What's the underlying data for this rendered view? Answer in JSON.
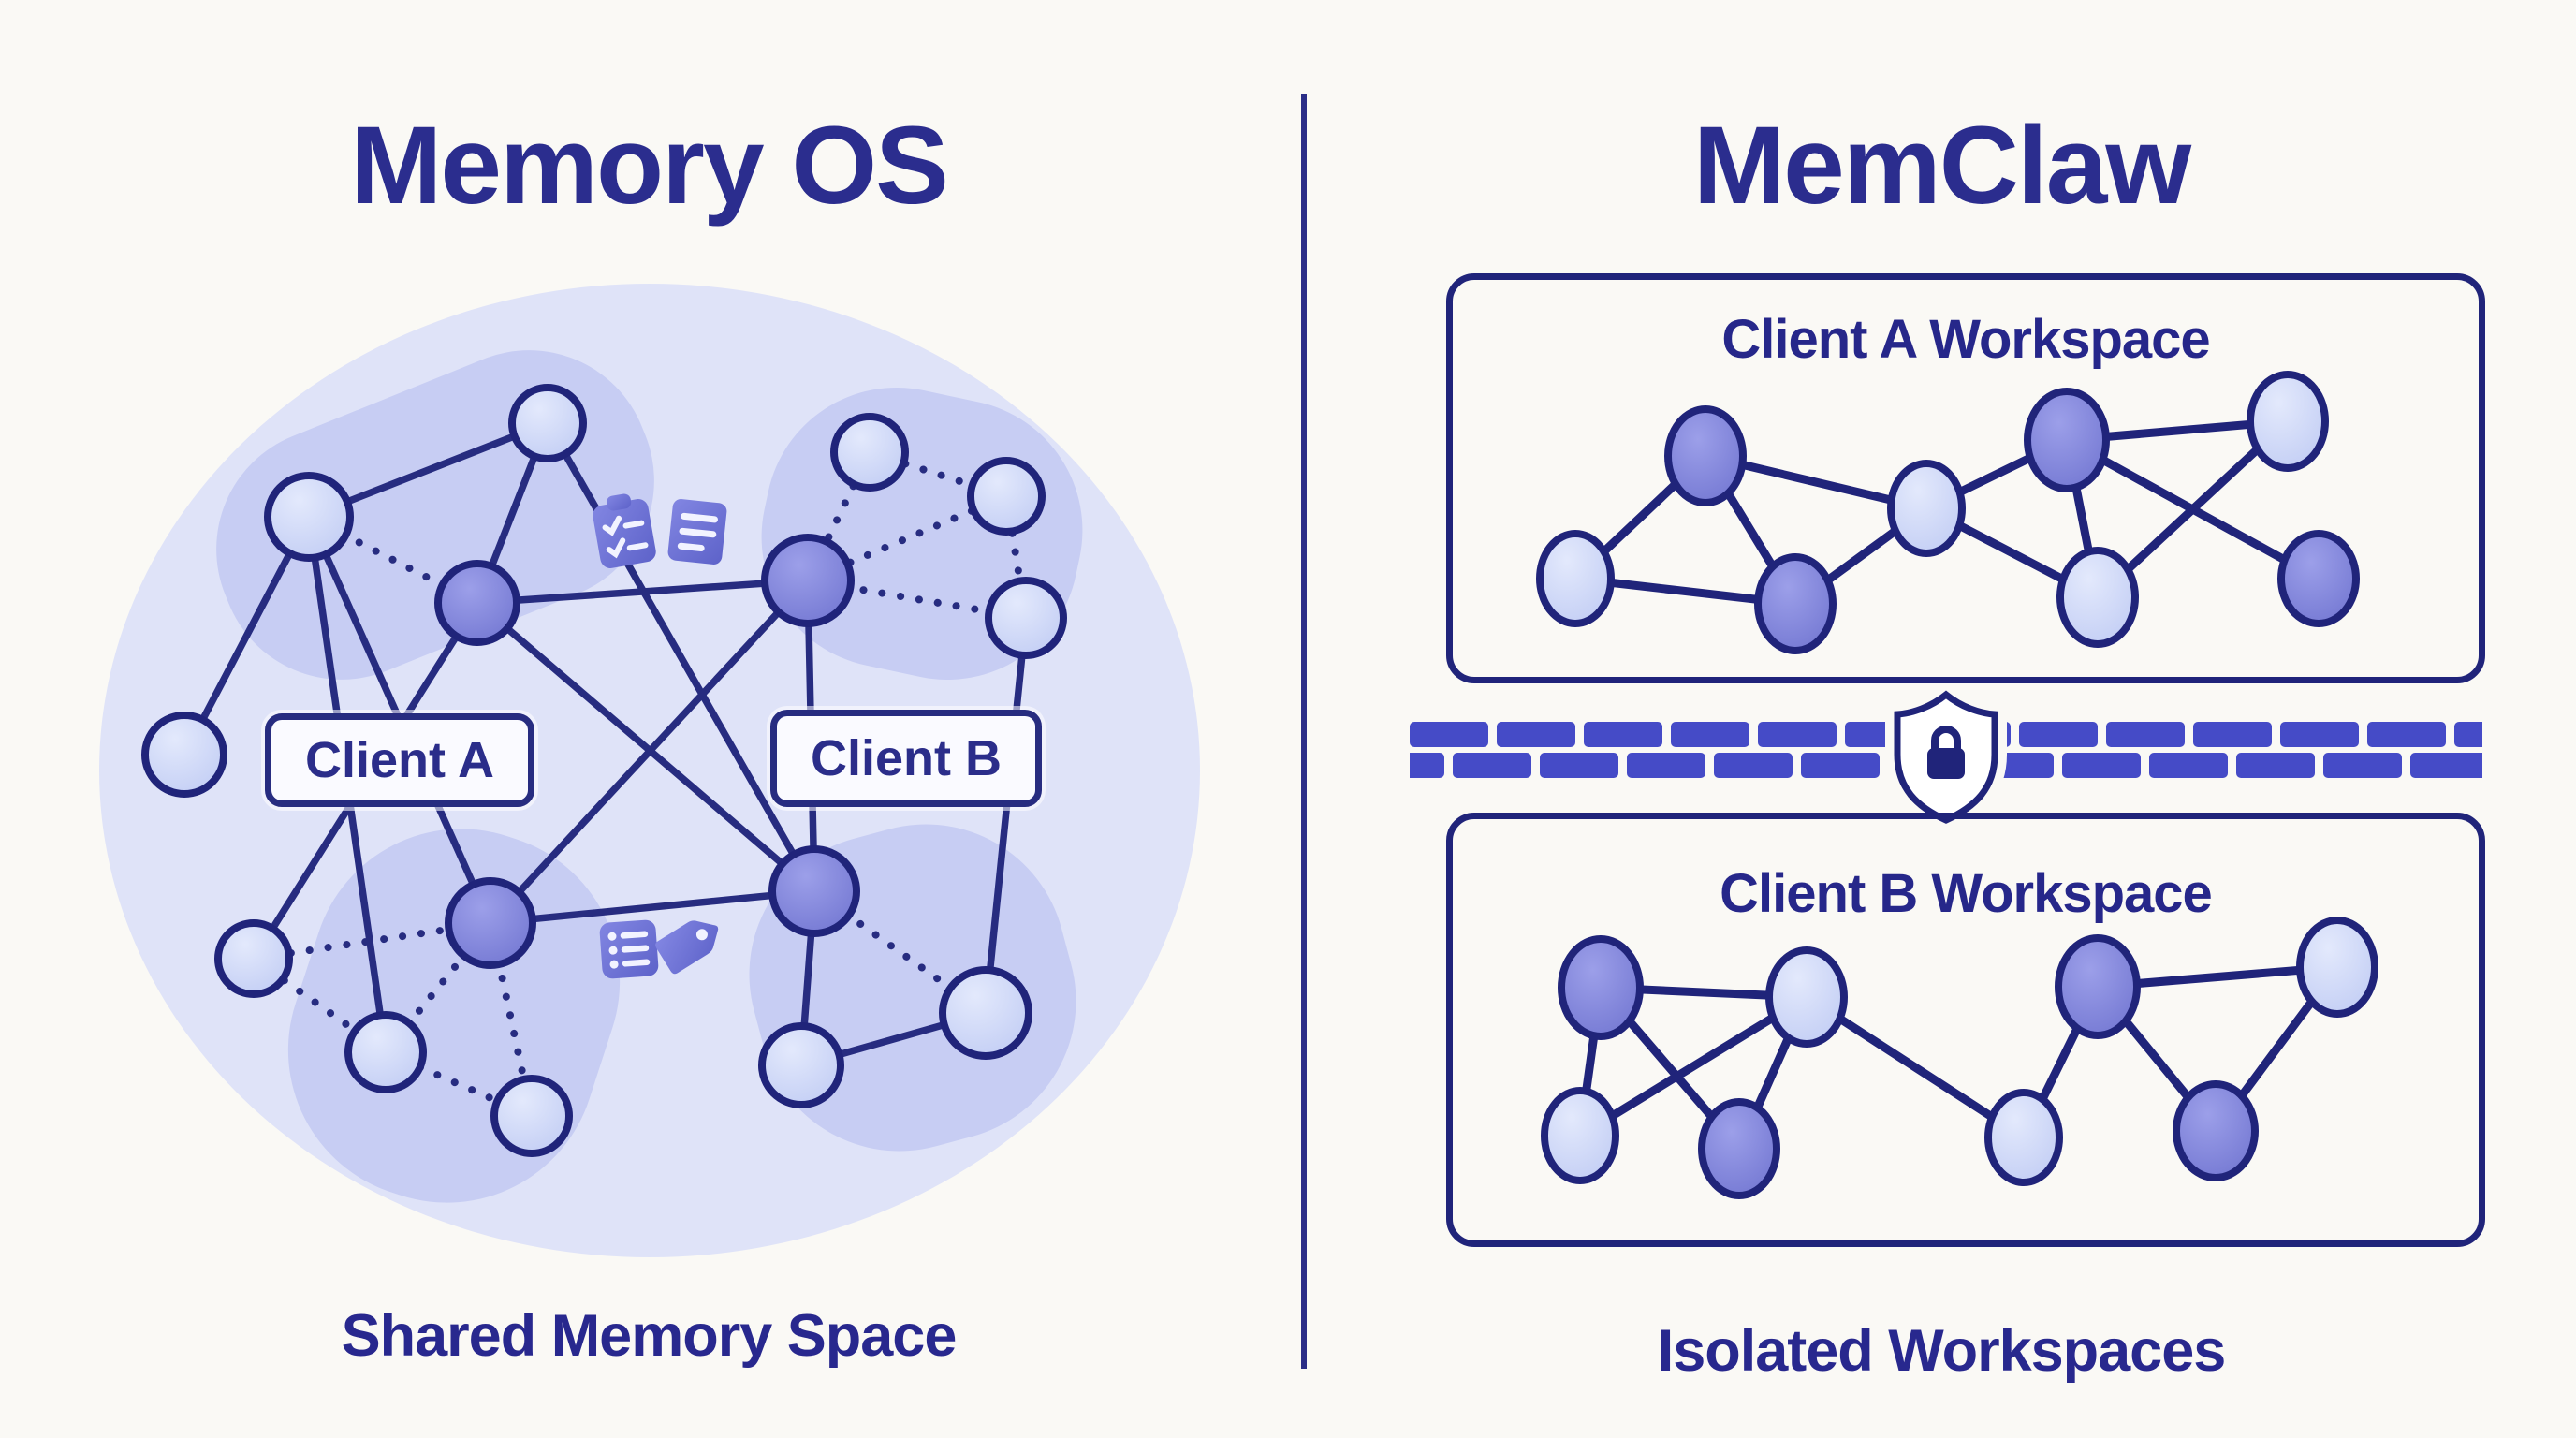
{
  "left_panel": {
    "title": "Memory OS",
    "caption": "Shared Memory Space",
    "client_a_label": "Client A",
    "client_b_label": "Client B"
  },
  "right_panel": {
    "title": "MemClaw",
    "caption": "Isolated Workspaces",
    "workspace_a_title": "Client A Workspace",
    "workspace_b_title": "Client B Workspace"
  },
  "colors": {
    "background": "#faf9f5",
    "title_text": "#2b2d8e",
    "caption_text": "#28288e",
    "edge_stroke": "#272c80",
    "node_border": "#20247a",
    "node_purple": "#8287dd",
    "node_light": "#ccd5f6",
    "shared_blob_light": "#dfe3f8",
    "cluster_blob_dark": "#c7cdf3",
    "brick_blue": "#454bc7",
    "icon_purple": "#6f74d6",
    "divider": "#2b2e87"
  },
  "icons": {
    "checklist_icon": "clipboard-with-checkmarks",
    "document_icon": "note-with-text-lines",
    "list_icon": "bulleted-list-note",
    "tag_icon": "label-tag",
    "shield_lock_icon": "shield-with-padlock"
  }
}
